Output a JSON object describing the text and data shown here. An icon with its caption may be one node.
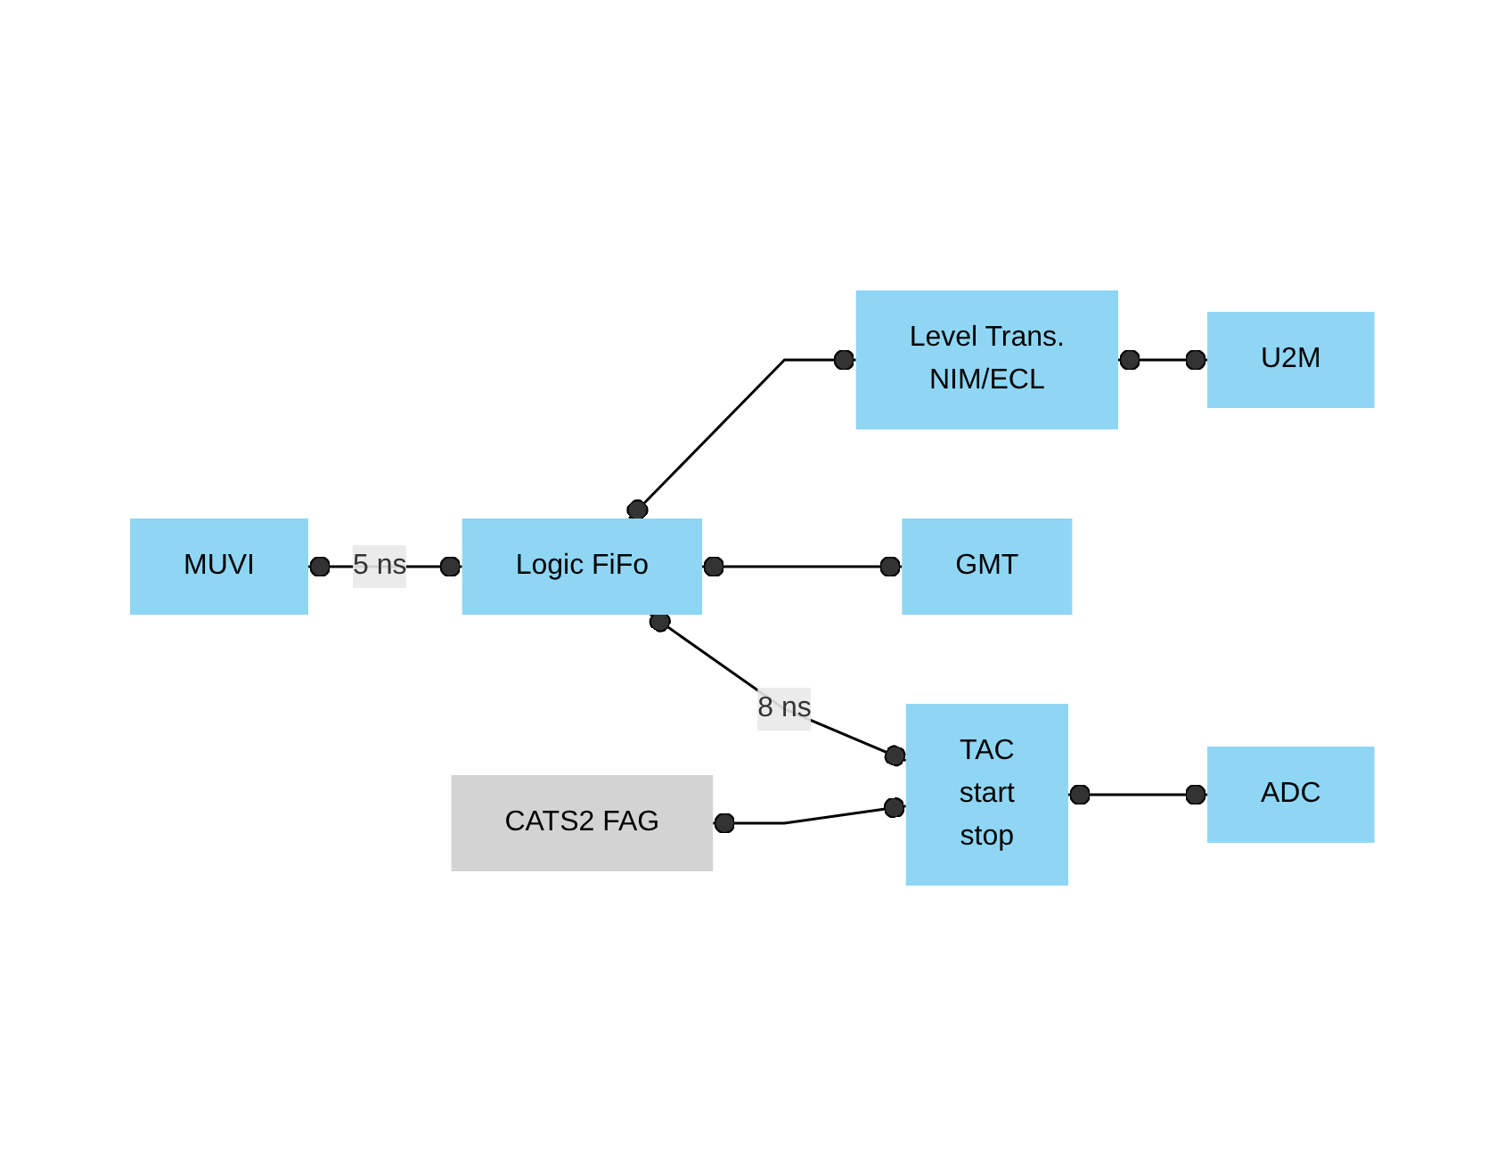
{
  "diagram": {
    "nodes": [
      {
        "text": [
          "MUVI"
        ]
      },
      {
        "text": [
          "Logic FiFo"
        ]
      },
      {
        "text": [
          "Level Trans.",
          "NIM/ECL"
        ]
      },
      {
        "text": [
          "U2M"
        ]
      },
      {
        "text": [
          "GMT"
        ]
      },
      {
        "text": [
          "TAC",
          "start",
          "stop"
        ]
      },
      {
        "text": [
          "ADC"
        ]
      },
      {
        "text": [
          "CATS2 FAG"
        ]
      }
    ],
    "edges": [
      {
        "from": 0,
        "to": 1,
        "arrow": "other",
        "label": "5 ns"
      },
      {
        "from": 1,
        "to": 2,
        "arrow": "other"
      },
      {
        "from": 2,
        "to": 3,
        "arrow": "other"
      },
      {
        "from": 1,
        "to": 4,
        "arrow": "other"
      },
      {
        "from": 1,
        "to": 5,
        "arrow": "other",
        "label": "8 ns"
      },
      {
        "from": 5,
        "to": 6,
        "arrow": "other"
      },
      {
        "from": 7,
        "to": 5,
        "arrow": "other"
      }
    ]
  }
}
